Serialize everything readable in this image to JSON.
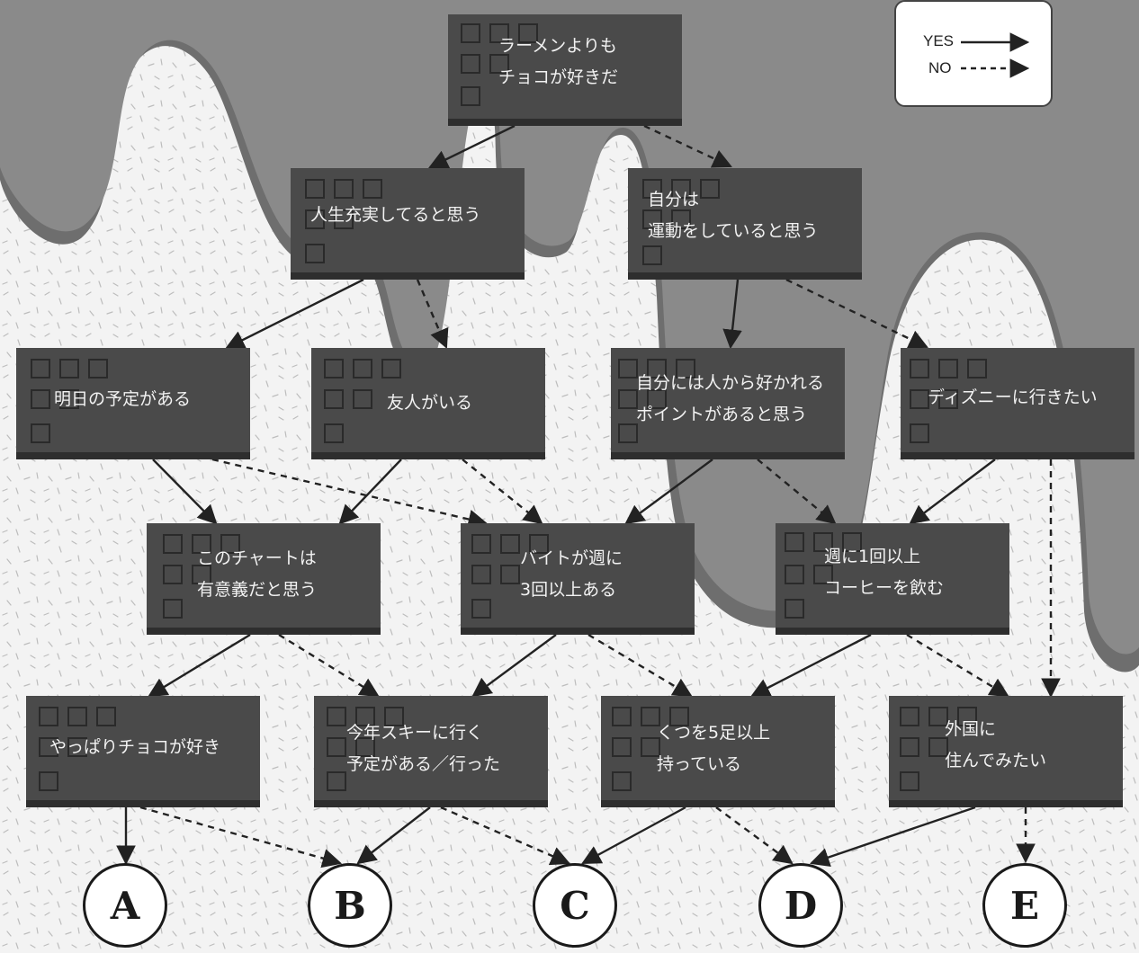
{
  "legend": {
    "yes_label": "YES",
    "no_label": "NO"
  },
  "nodes": {
    "q_ramen": [
      "ラーメンよりも",
      "チョコが好きだ"
    ],
    "q_jujitsu": [
      "人生充実してると思う"
    ],
    "q_undou": [
      "自分は",
      "運動をしていると思う"
    ],
    "q_ashita": [
      "明日の予定がある"
    ],
    "q_yuujin": [
      "友人がいる"
    ],
    "q_point": [
      "自分には人から好かれる",
      "ポイントがあると思う"
    ],
    "q_disney": [
      "ディズニーに行きたい"
    ],
    "q_chart": [
      "このチャートは",
      "有意義だと思う"
    ],
    "q_baito": [
      "バイトが週に",
      "3回以上ある"
    ],
    "q_coffee": [
      "週に1回以上",
      "コーヒーを飲む"
    ],
    "q_yappari": [
      "やっぱりチョコが好き"
    ],
    "q_ski": [
      "今年スキーに行く",
      "予定がある／行った"
    ],
    "q_kutsu": [
      "くつを5足以上",
      "持っている"
    ],
    "q_gaikoku": [
      "外国に",
      "住んでみたい"
    ]
  },
  "results": {
    "A": "A",
    "B": "B",
    "C": "C",
    "D": "D",
    "E": "E"
  },
  "colors": {
    "box": "#4a4a4a",
    "box_edge": "#2e2e2e",
    "drip": "#8a8a8a",
    "drip_edge": "#6e6e6e",
    "arrow": "#222222"
  }
}
